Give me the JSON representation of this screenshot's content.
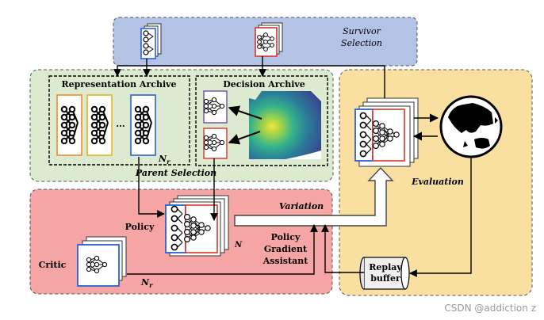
{
  "labels": {
    "survivor_line1": "Survivor",
    "survivor_line2": "Selection",
    "representation_archive": "Representation Archive",
    "decision_archive": "Decision Archive",
    "ellipsis": "...",
    "nr_main": "N",
    "nr_sub": "r",
    "parent_selection": "Parent Selection",
    "variation": "Variation",
    "policy": "Policy",
    "critic": "Critic",
    "n_label": "N",
    "pga_line1": "Policy",
    "pga_line2": "Gradient",
    "pga_line3": "Assistant",
    "replay_line1": "Replay",
    "replay_line2": "buffer",
    "evaluation": "Evaluation",
    "critic_nr_main": "N",
    "critic_nr_sub": "r"
  },
  "watermark": "CSDN @addiction z",
  "colors": {
    "survivor_panel": "#b3c3e6",
    "parent_panel": "#dcebd0",
    "variation_panel": "#f5a5a3",
    "evaluation_panel": "#f9dfa0",
    "blue_frame": "#2b5fd9",
    "red_frame": "#d9342b",
    "orange_frame": "#ef8a2a",
    "gold_frame": "#e7b21d",
    "purple_frame": "#6b4fa3"
  }
}
